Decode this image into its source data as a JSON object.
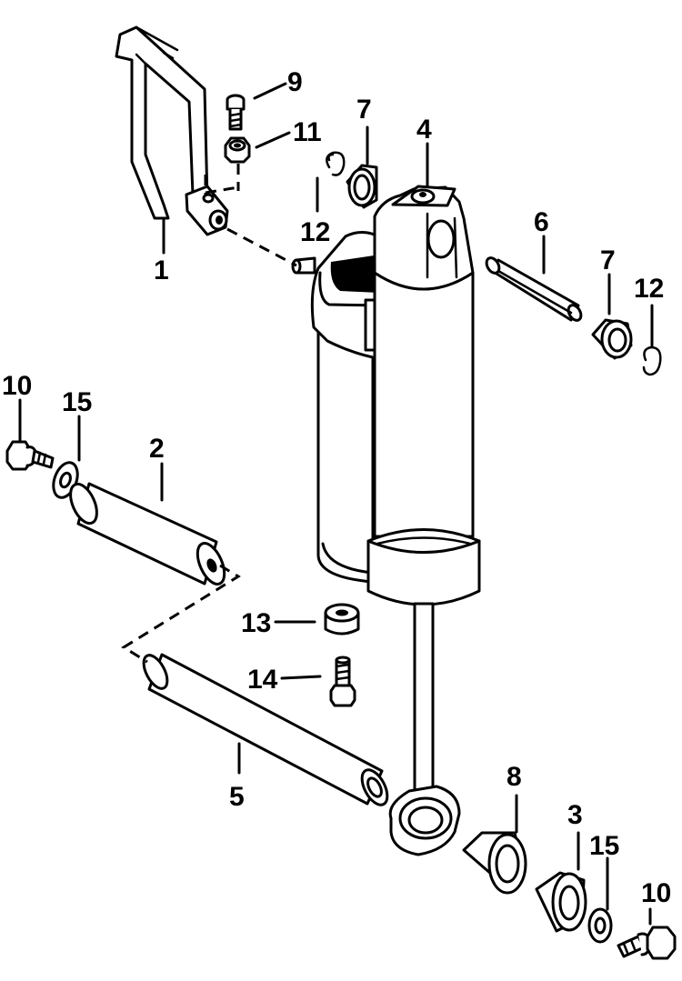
{
  "callouts": {
    "c1": "1",
    "c2": "2",
    "c3": "3",
    "c4": "4",
    "c5": "5",
    "c6": "6",
    "c7a": "7",
    "c7b": "7",
    "c8": "8",
    "c9": "9",
    "c10a": "10",
    "c10b": "10",
    "c11": "11",
    "c12a": "12",
    "c12b": "12",
    "c13": "13",
    "c14": "14",
    "c15a": "15",
    "c15b": "15"
  }
}
